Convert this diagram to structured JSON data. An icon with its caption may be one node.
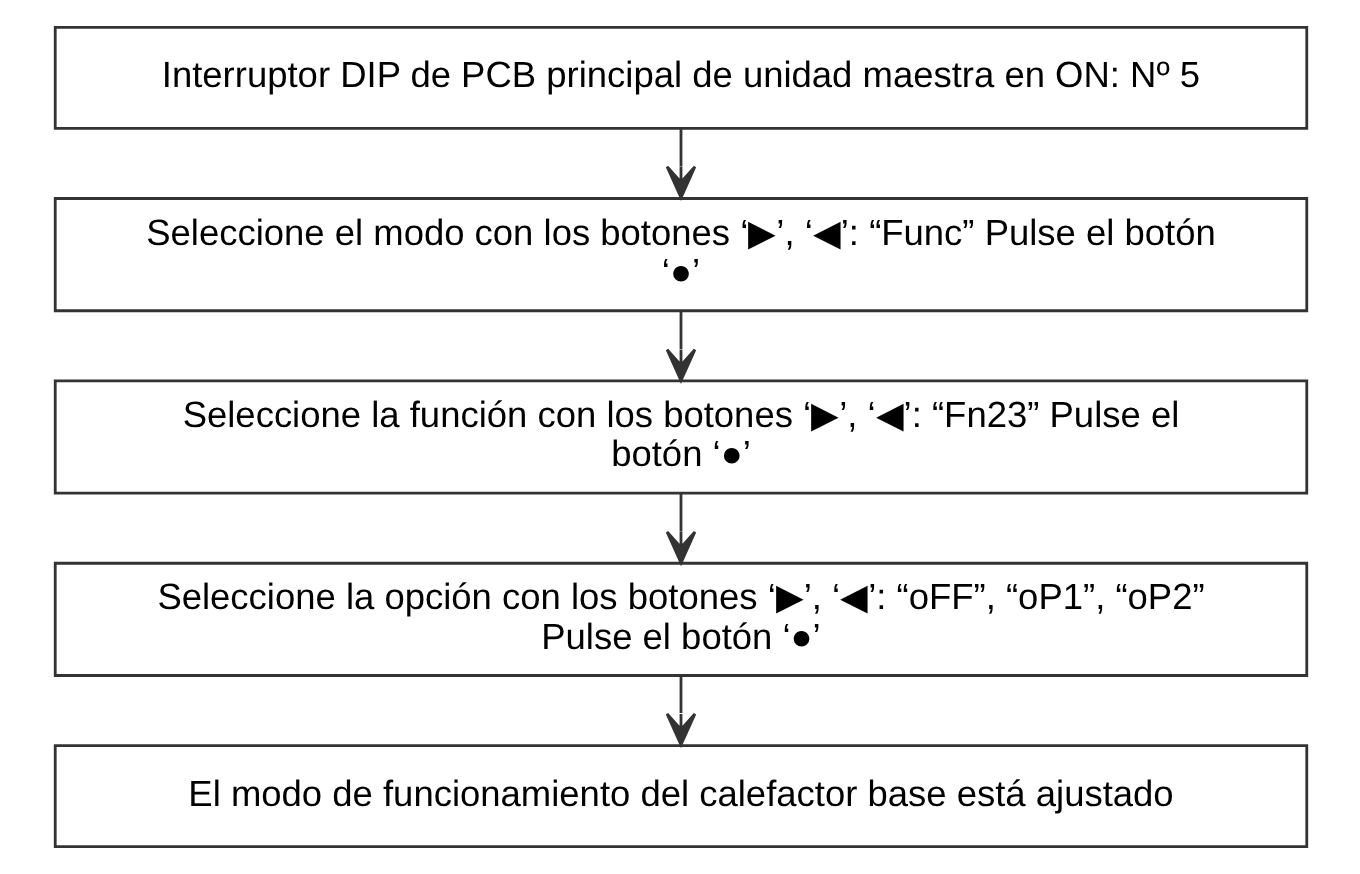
{
  "diagram": {
    "nodes": [
      {
        "text": [
          "Interruptor DIP de PCB principal de unidad maestra en ON: Nº 5"
        ]
      },
      {
        "text": [
          "Seleccione el modo con los botones ‘▶’, ‘◀’: “Func” Pulse el botón ‘●’"
        ]
      },
      {
        "text": [
          "Seleccione la función con los botones ‘▶’, ‘◀’: “Fn23” Pulse el botón ‘●’"
        ]
      },
      {
        "text": [
          "Seleccione la opción con los botones ‘▶’, ‘◀’: “oFF”, “oP1”, “oP2” Pulse el botón ‘●’"
        ]
      },
      {
        "text": [
          "El modo de funcionamiento del calefactor base está ajustado"
        ]
      }
    ],
    "edges": [
      {
        "from": 0,
        "to": 1,
        "arrow": "to"
      },
      {
        "from": 1,
        "to": 2,
        "arrow": "to"
      },
      {
        "from": 2,
        "to": 3,
        "arrow": "to"
      },
      {
        "from": 3,
        "to": 4,
        "arrow": "to"
      }
    ]
  }
}
